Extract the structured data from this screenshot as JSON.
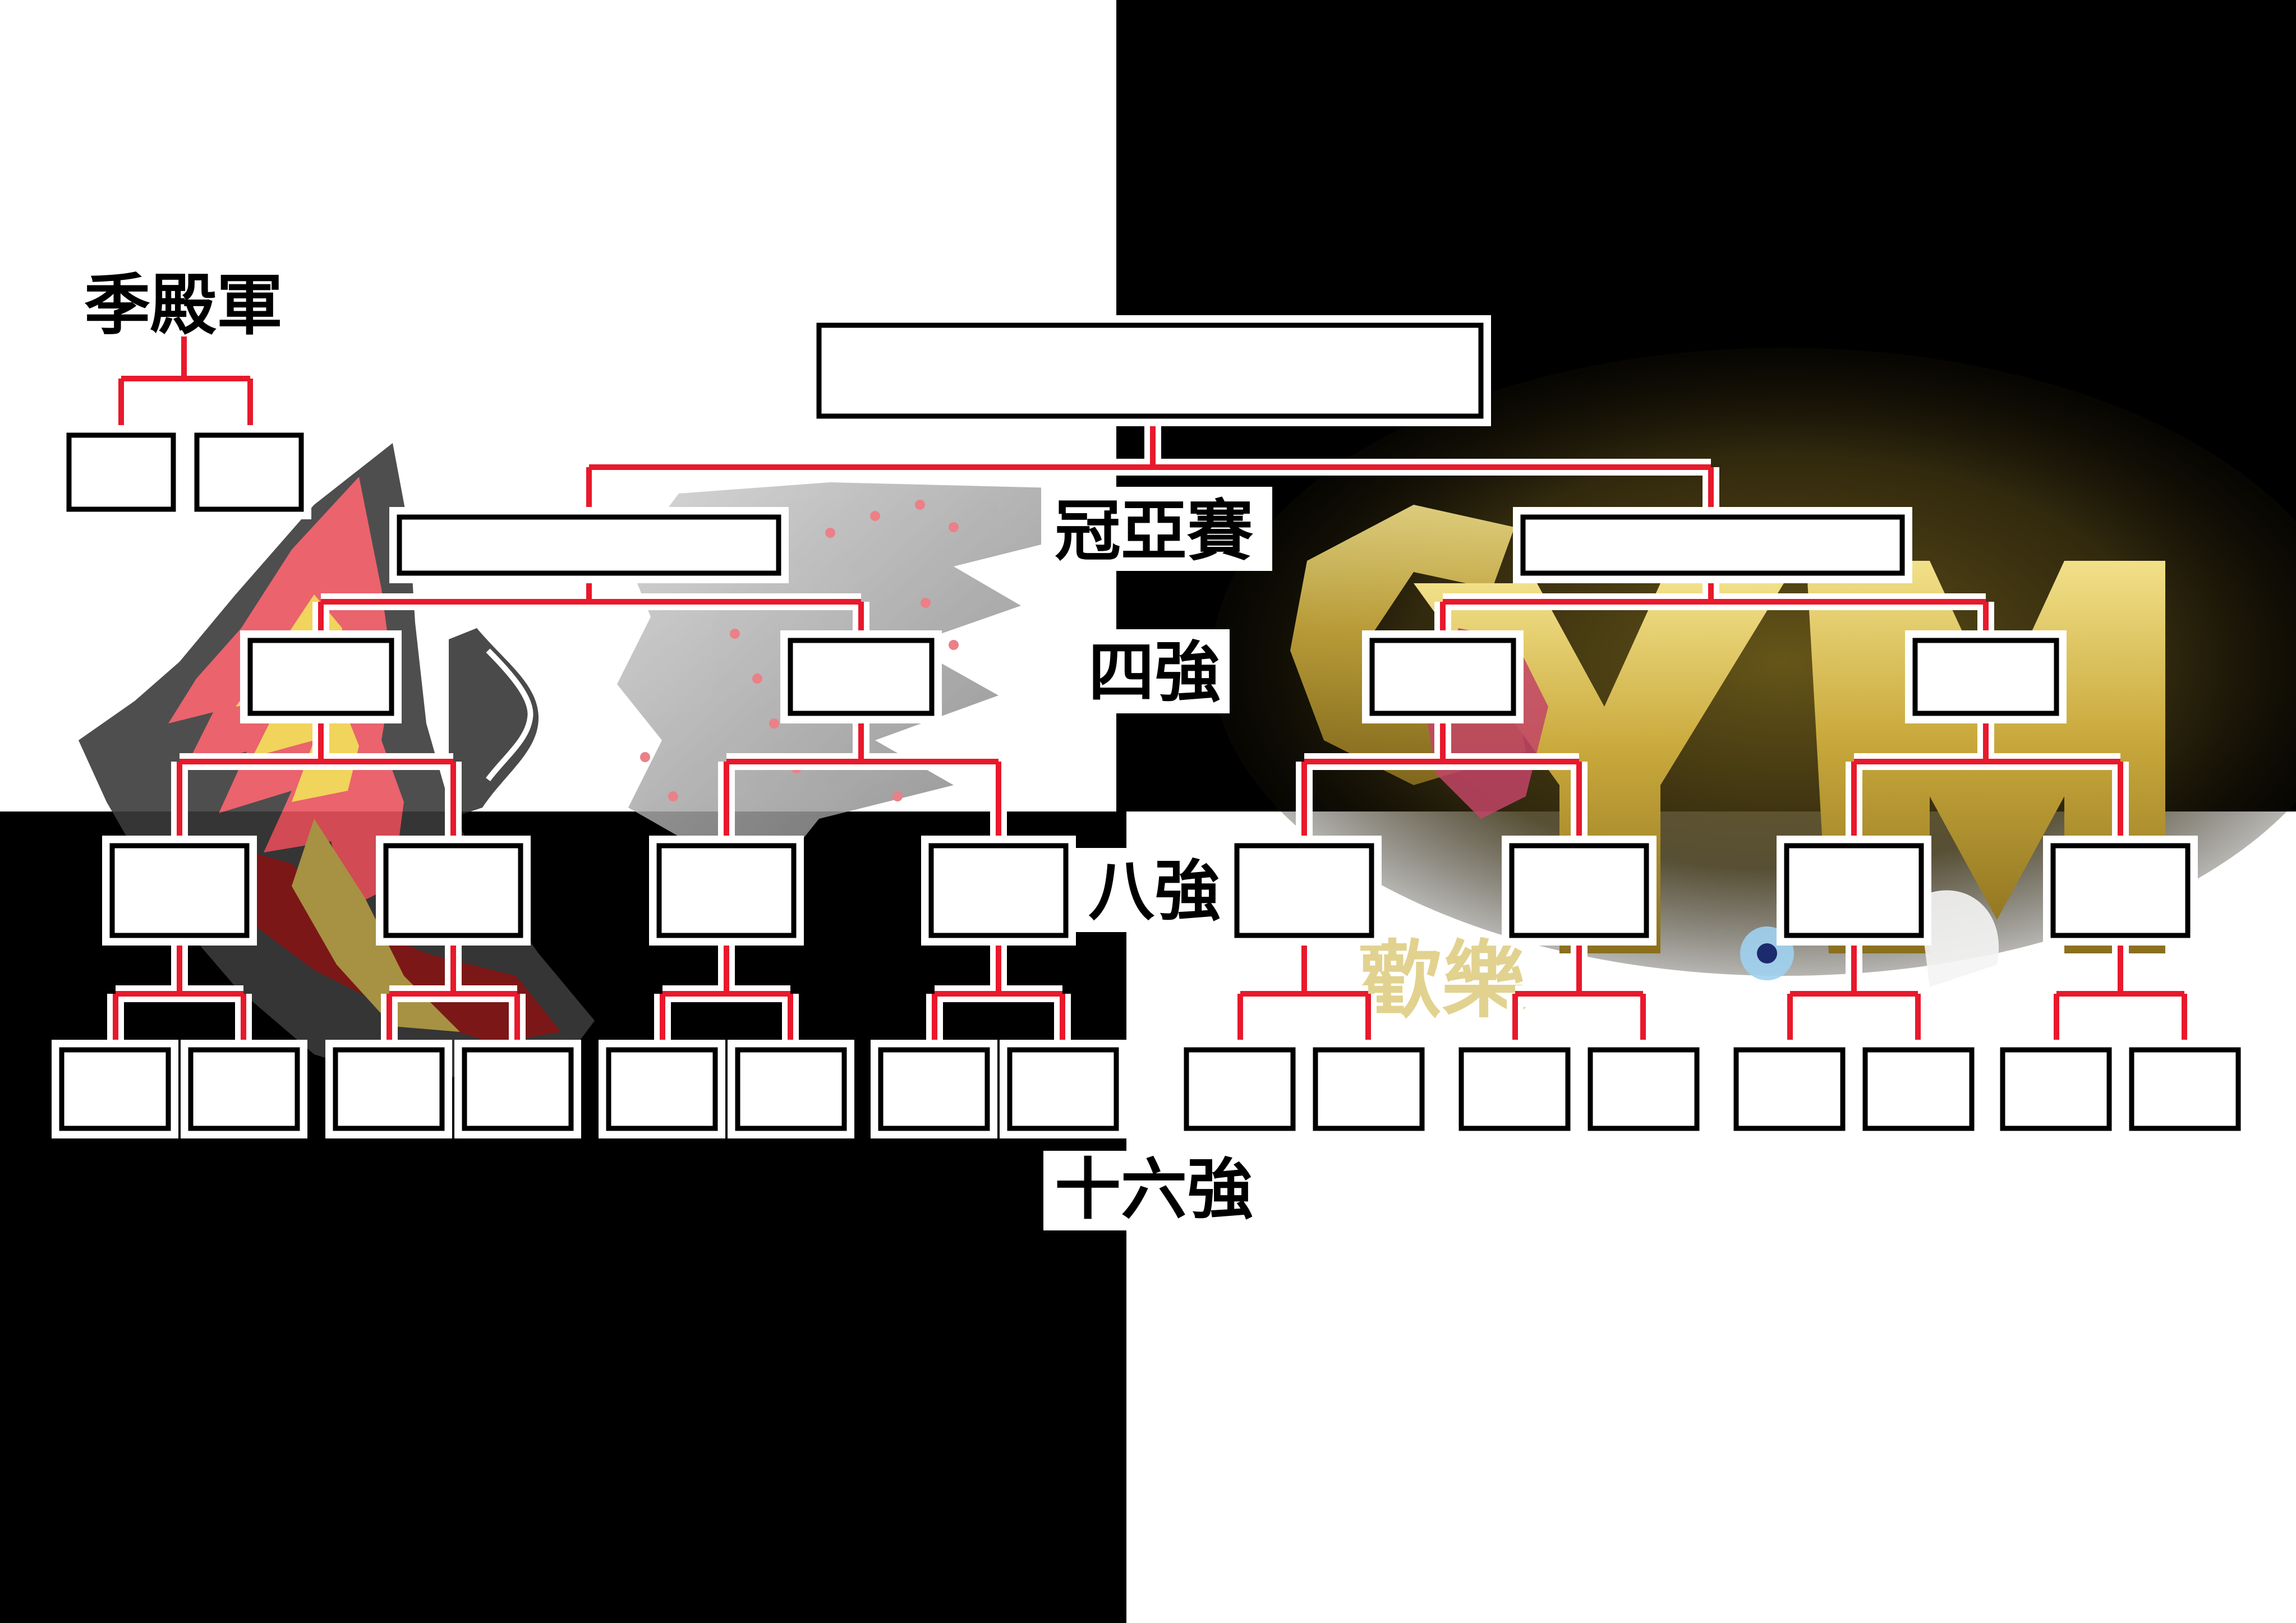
{
  "labels": {
    "season_champion": "季殿軍",
    "final": "冠亞賽",
    "quarterfinal": "四強",
    "round_of_8": "八強",
    "round_of_16": "十六強"
  },
  "colors": {
    "bracket_line": "#e8192c",
    "slot_fill": "#ffffff",
    "slot_border": "#000000",
    "background_light": "#ffffff",
    "background_dark": "#000000"
  },
  "background_art": {
    "left": "red-lightning-emblem",
    "right": "gold-logo-with-anime-characters"
  }
}
